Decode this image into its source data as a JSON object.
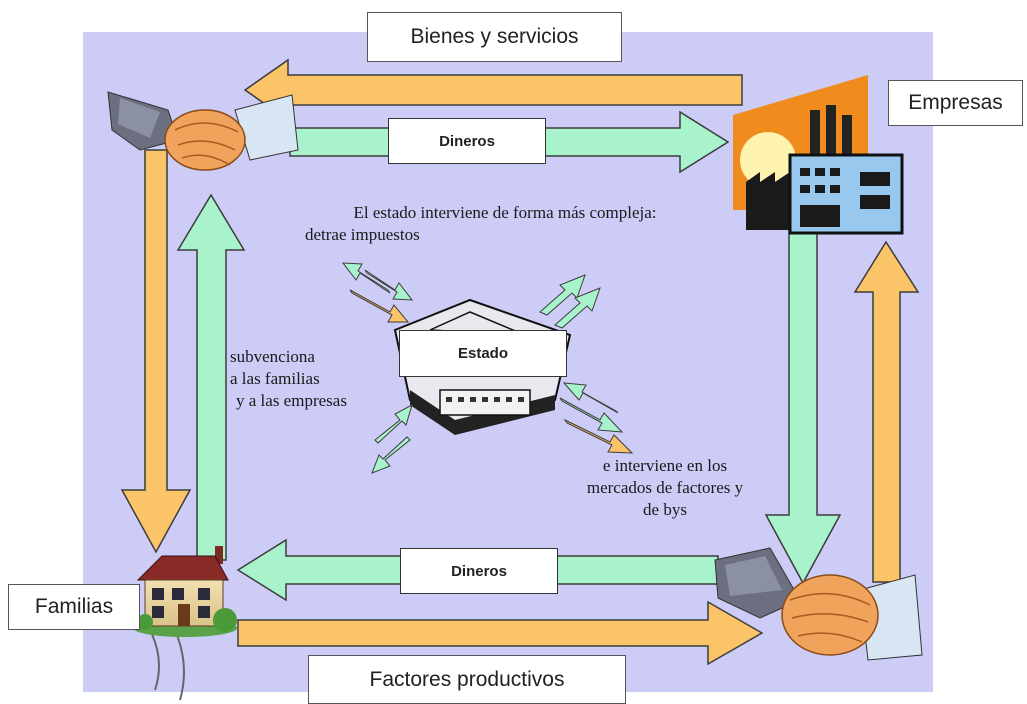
{
  "labels": {
    "bienes_servicios": "Bienes y servicios",
    "empresas": "Empresas",
    "familias": "Familias",
    "factores_productivos": "Factores productivos",
    "dineros_top": "Dineros",
    "dineros_bottom": "Dineros",
    "estado": "Estado"
  },
  "notes": {
    "estado_line1": "El estado interviene de forma más compleja:",
    "estado_line2": "detrae impuestos",
    "subvenciona_line1": "subvenciona",
    "subvenciona_line2": "a las familias",
    "subvenciona_line3": "y a las empresas",
    "interviene_line1": "e interviene en los",
    "interviene_line2": "mercados de factores y",
    "interviene_line3": "de bys"
  },
  "colors": {
    "background_panel": "#ccccf7",
    "goods_flow": "#fbc469",
    "money_flow": "#a8f2cc",
    "arrow_stroke": "#3c3c3c"
  },
  "icons": [
    "handshake-icon",
    "factory-icon",
    "house-icon",
    "government-building-icon"
  ]
}
